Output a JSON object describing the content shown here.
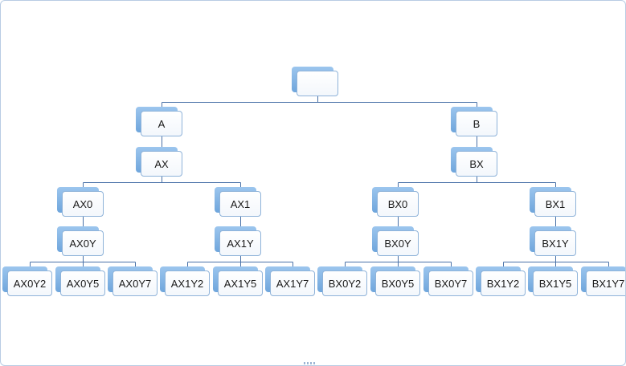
{
  "diagram": {
    "root": {
      "id": "root",
      "label": ""
    },
    "level1": [
      {
        "id": "A",
        "label": "A"
      },
      {
        "id": "B",
        "label": "B"
      }
    ],
    "level2": [
      {
        "id": "AX",
        "label": "AX",
        "parent": "A"
      },
      {
        "id": "BX",
        "label": "BX",
        "parent": "B"
      }
    ],
    "level3": [
      {
        "id": "AX0",
        "label": "AX0",
        "parent": "AX"
      },
      {
        "id": "AX1",
        "label": "AX1",
        "parent": "AX"
      },
      {
        "id": "BX0",
        "label": "BX0",
        "parent": "BX"
      },
      {
        "id": "BX1",
        "label": "BX1",
        "parent": "BX"
      }
    ],
    "level4": [
      {
        "id": "AX0Y",
        "label": "AX0Y",
        "parent": "AX0"
      },
      {
        "id": "AX1Y",
        "label": "AX1Y",
        "parent": "AX1"
      },
      {
        "id": "BX0Y",
        "label": "BX0Y",
        "parent": "BX0"
      },
      {
        "id": "BX1Y",
        "label": "BX1Y",
        "parent": "BX1"
      }
    ],
    "level5": [
      {
        "id": "AX0Y2",
        "label": "AX0Y2",
        "parent": "AX0Y"
      },
      {
        "id": "AX0Y5",
        "label": "AX0Y5",
        "parent": "AX0Y"
      },
      {
        "id": "AX0Y7",
        "label": "AX0Y7",
        "parent": "AX0Y"
      },
      {
        "id": "AX1Y2",
        "label": "AX1Y2",
        "parent": "AX1Y"
      },
      {
        "id": "AX1Y5",
        "label": "AX1Y5",
        "parent": "AX1Y"
      },
      {
        "id": "AX1Y7",
        "label": "AX1Y7",
        "parent": "AX1Y"
      },
      {
        "id": "BX0Y2",
        "label": "BX0Y2",
        "parent": "BX0Y"
      },
      {
        "id": "BX0Y5",
        "label": "BX0Y5",
        "parent": "BX0Y"
      },
      {
        "id": "BX0Y7",
        "label": "BX0Y7",
        "parent": "BX0Y"
      },
      {
        "id": "BX1Y2",
        "label": "BX1Y2",
        "parent": "BX1Y"
      },
      {
        "id": "BX1Y5",
        "label": "BX1Y5",
        "parent": "BX1Y"
      },
      {
        "id": "BX1Y7",
        "label": "BX1Y7",
        "parent": "BX1Y"
      }
    ]
  },
  "colors": {
    "connector": "#4a72a8",
    "node_border": "#8fb3d9",
    "node_shadow": "#7fb0e3"
  }
}
